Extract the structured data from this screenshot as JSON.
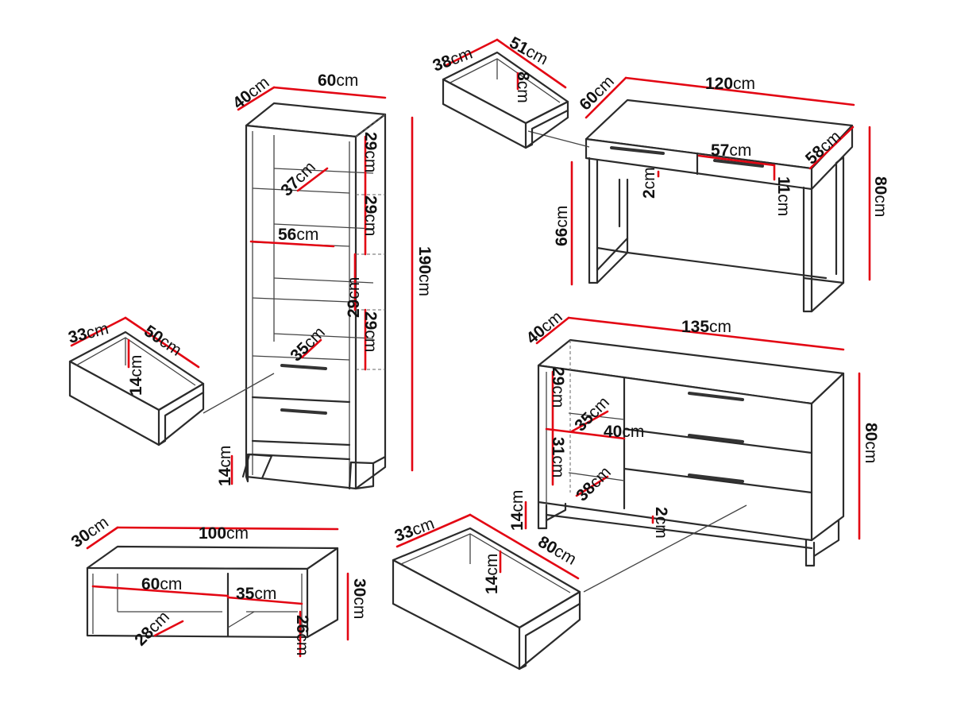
{
  "colors": {
    "outline": "#2b2b2b",
    "dimension_line": "#e30613",
    "background": "#ffffff"
  },
  "tall_shelf": {
    "depth": {
      "num": "40",
      "unit": "cm"
    },
    "width": {
      "num": "60",
      "unit": "cm"
    },
    "height": {
      "num": "190",
      "unit": "cm"
    },
    "shelf_gap_1": {
      "num": "29",
      "unit": "cm"
    },
    "shelf_gap_2": {
      "num": "29",
      "unit": "cm"
    },
    "shelf_gap_3": {
      "num": "29",
      "unit": "cm"
    },
    "shelf_gap_4": {
      "num": "29",
      "unit": "cm"
    },
    "shelf_depth_upper": {
      "num": "37",
      "unit": "cm"
    },
    "shelf_width_inner": {
      "num": "56",
      "unit": "cm"
    },
    "shelf_depth_lower": {
      "num": "35",
      "unit": "cm"
    },
    "leg_height": {
      "num": "14",
      "unit": "cm"
    }
  },
  "shelf_drawer": {
    "depth": {
      "num": "33",
      "unit": "cm"
    },
    "width": {
      "num": "50",
      "unit": "cm"
    },
    "height": {
      "num": "14",
      "unit": "cm"
    }
  },
  "desk": {
    "depth": {
      "num": "60",
      "unit": "cm"
    },
    "width": {
      "num": "120",
      "unit": "cm"
    },
    "height": {
      "num": "80",
      "unit": "cm"
    },
    "drawer_width": {
      "num": "57",
      "unit": "cm"
    },
    "drawer_depth": {
      "num": "58",
      "unit": "cm"
    },
    "drawer_height": {
      "num": "11",
      "unit": "cm"
    },
    "top_thickness": {
      "num": "2",
      "unit": "cm"
    },
    "leg_clearance": {
      "num": "66",
      "unit": "cm"
    }
  },
  "desk_drawer": {
    "depth": {
      "num": "38",
      "unit": "cm"
    },
    "width": {
      "num": "51",
      "unit": "cm"
    },
    "height": {
      "num": "8",
      "unit": "cm"
    }
  },
  "dresser": {
    "depth": {
      "num": "40",
      "unit": "cm"
    },
    "width": {
      "num": "135",
      "unit": "cm"
    },
    "height": {
      "num": "80",
      "unit": "cm"
    },
    "upper_gap": {
      "num": "29",
      "unit": "cm"
    },
    "lower_gap": {
      "num": "31",
      "unit": "cm"
    },
    "upper_shelf_depth": {
      "num": "35",
      "unit": "cm"
    },
    "lower_shelf_depth": {
      "num": "38",
      "unit": "cm"
    },
    "compartment_width": {
      "num": "40",
      "unit": "cm"
    },
    "leg_height": {
      "num": "14",
      "unit": "cm"
    },
    "top_thickness": {
      "num": "2",
      "unit": "cm"
    }
  },
  "dresser_drawer": {
    "depth": {
      "num": "33",
      "unit": "cm"
    },
    "width": {
      "num": "80",
      "unit": "cm"
    },
    "height": {
      "num": "14",
      "unit": "cm"
    }
  },
  "tv_bench": {
    "depth": {
      "num": "30",
      "unit": "cm"
    },
    "width": {
      "num": "100",
      "unit": "cm"
    },
    "height": {
      "num": "30",
      "unit": "cm"
    },
    "left_compartment": {
      "num": "60",
      "unit": "cm"
    },
    "right_compartment": {
      "num": "35",
      "unit": "cm"
    },
    "shelf_depth": {
      "num": "28",
      "unit": "cm"
    },
    "inner_height": {
      "num": "26",
      "unit": "cm"
    }
  }
}
